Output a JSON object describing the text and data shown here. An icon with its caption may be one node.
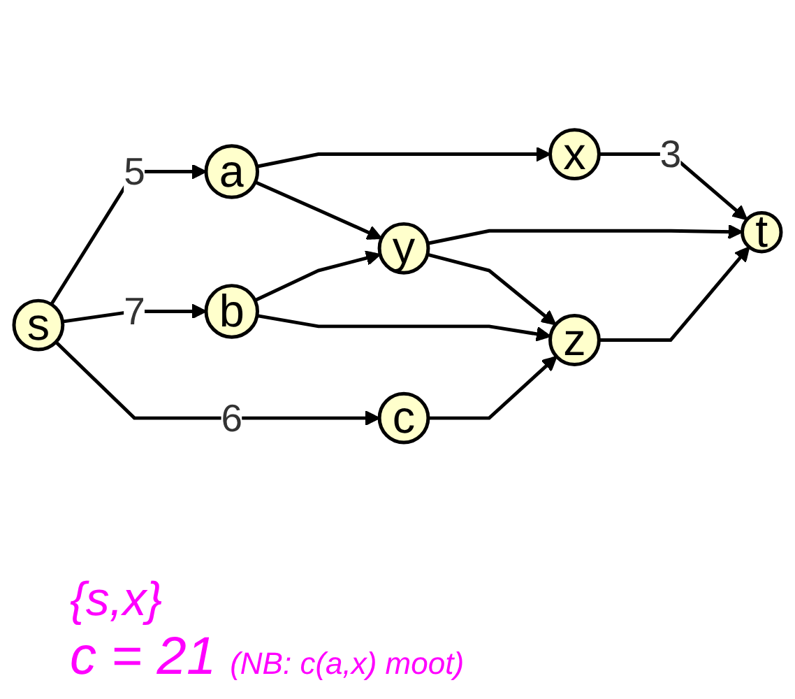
{
  "diagram": {
    "nodes": [
      {
        "text": [
          "s"
        ]
      },
      {
        "text": [
          "a"
        ]
      },
      {
        "text": [
          "b"
        ]
      },
      {
        "text": [
          "c"
        ]
      },
      {
        "text": [
          "x"
        ]
      },
      {
        "text": [
          "y"
        ]
      },
      {
        "text": [
          "z"
        ]
      },
      {
        "text": [
          "t"
        ]
      }
    ],
    "edges": [
      {
        "from": 0,
        "to": 1,
        "arrow": "to",
        "label": "5"
      },
      {
        "from": 0,
        "to": 2,
        "arrow": "to",
        "label": "7"
      },
      {
        "from": 0,
        "to": 3,
        "arrow": "to",
        "label": "6"
      },
      {
        "from": 1,
        "to": 4,
        "arrow": "to"
      },
      {
        "from": 1,
        "to": 5,
        "arrow": "to"
      },
      {
        "from": 2,
        "to": 5,
        "arrow": "to"
      },
      {
        "from": 2,
        "to": 6,
        "arrow": "to"
      },
      {
        "from": 3,
        "to": 6,
        "arrow": "to"
      },
      {
        "from": 4,
        "to": 7,
        "arrow": "to",
        "label": "3"
      },
      {
        "from": 5,
        "to": 7,
        "arrow": "to"
      },
      {
        "from": 5,
        "to": 6,
        "arrow": "to"
      },
      {
        "from": 6,
        "to": 7,
        "arrow": "to"
      }
    ],
    "labels": [
      "{s,x}",
      "c = 21",
      "(NB: c(a,x) moot)"
    ]
  }
}
